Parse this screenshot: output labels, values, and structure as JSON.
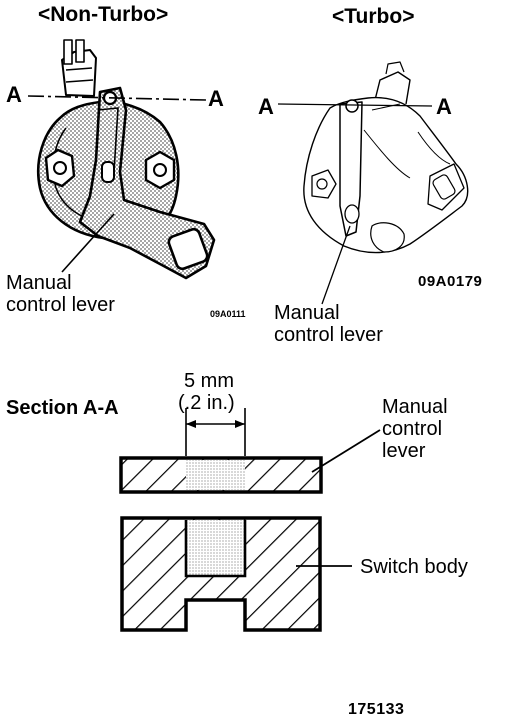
{
  "headers": {
    "non_turbo": "<Non-Turbo>",
    "turbo": "<Turbo>"
  },
  "section_marks": {
    "non_turbo_left": "A",
    "non_turbo_right": "A",
    "turbo_left": "A",
    "turbo_right": "A"
  },
  "labels": {
    "manual_control_lever_1": "Manual",
    "manual_control_lever_2": "control lever",
    "manual_control_lever_turbo_1": "Manual",
    "manual_control_lever_turbo_2": "control lever",
    "code_non_turbo": "09A0111",
    "code_turbo": "09A0179",
    "section_title": "Section A-A",
    "dimension_mm": "5 mm",
    "dimension_in": "(.2 in.)",
    "section_lever_1": "Manual",
    "section_lever_2": "control",
    "section_lever_3": "lever",
    "switch_body": "Switch body",
    "figure_code": "175133"
  }
}
